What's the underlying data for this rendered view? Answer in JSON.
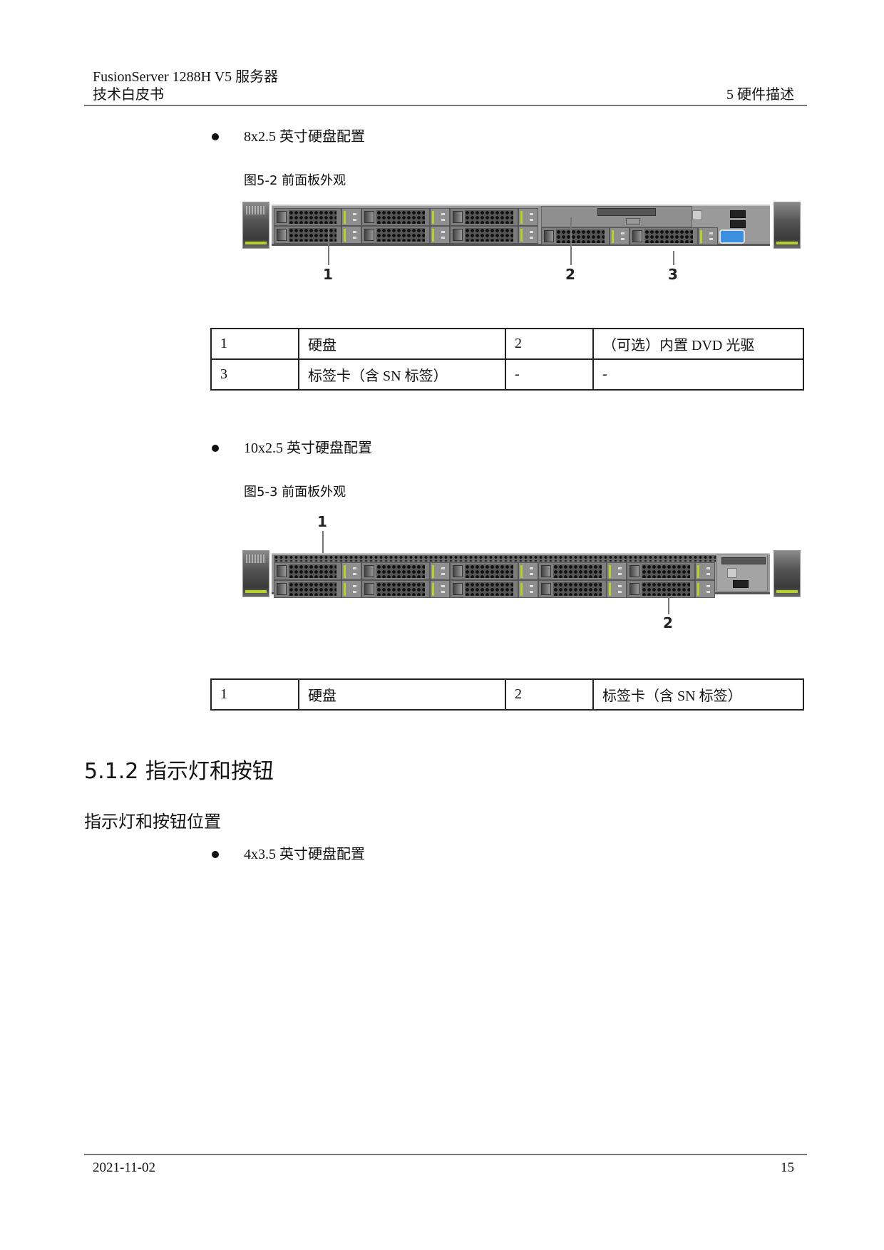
{
  "header": {
    "title": "FusionServer 1288H V5  服务器",
    "subtitle": "技术白皮书",
    "chapter": "5  硬件描述"
  },
  "sections": [
    {
      "bullet": "8x2.5 英寸硬盘配置",
      "figure_caption": "图5-2 前面板外观",
      "callouts": [
        "1",
        "2",
        "3"
      ],
      "legend_rows": [
        [
          "1",
          "硬盘",
          "2",
          "（可选）内置 DVD 光驱"
        ],
        [
          "3",
          "标签卡（含 SN 标签）",
          "-",
          "-"
        ]
      ]
    },
    {
      "bullet": "10x2.5 英寸硬盘配置",
      "figure_caption": "图5-3 前面板外观",
      "callouts": [
        "1",
        "2"
      ],
      "legend_rows": [
        [
          "1",
          "硬盘",
          "2",
          "标签卡（含 SN 标签）"
        ]
      ]
    }
  ],
  "heading_h2": "5.1.2 指示灯和按钮",
  "heading_h3": "指示灯和按钮位置",
  "bullet_last": "4x3.5 英寸硬盘配置",
  "footer": {
    "date": "2021-11-02",
    "page": "15"
  },
  "colors": {
    "led_green": "#b5d22a",
    "vga_blue": "#3d8fe0",
    "rule_gray": "#777777"
  }
}
